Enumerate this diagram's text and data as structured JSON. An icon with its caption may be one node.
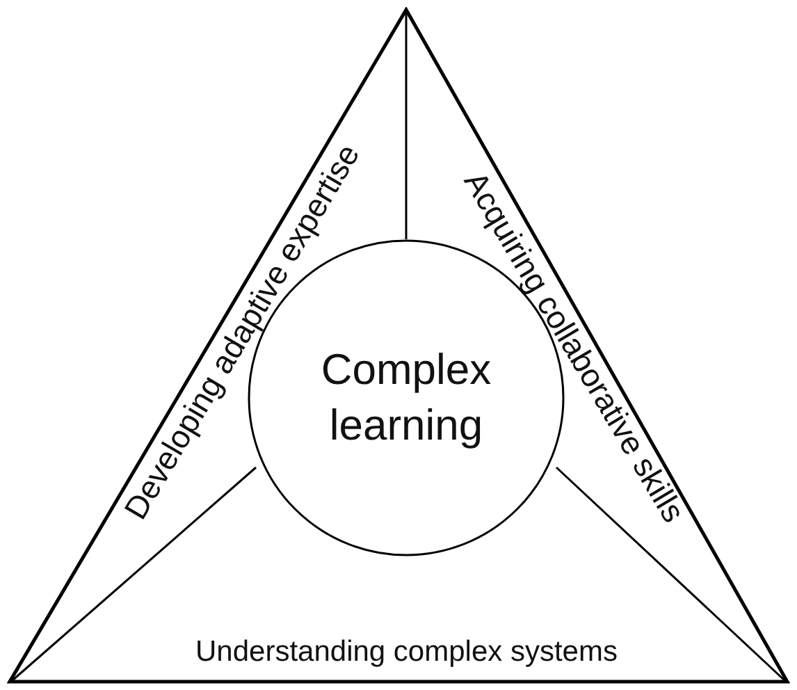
{
  "diagram": {
    "nodes": [
      {
        "text": [
          "Developing adaptive expertise",
          "Acquiring collaborative skills",
          "Understanding complex systems"
        ]
      },
      {
        "text": [
          "Complex learning"
        ],
        "in": 0
      }
    ]
  }
}
